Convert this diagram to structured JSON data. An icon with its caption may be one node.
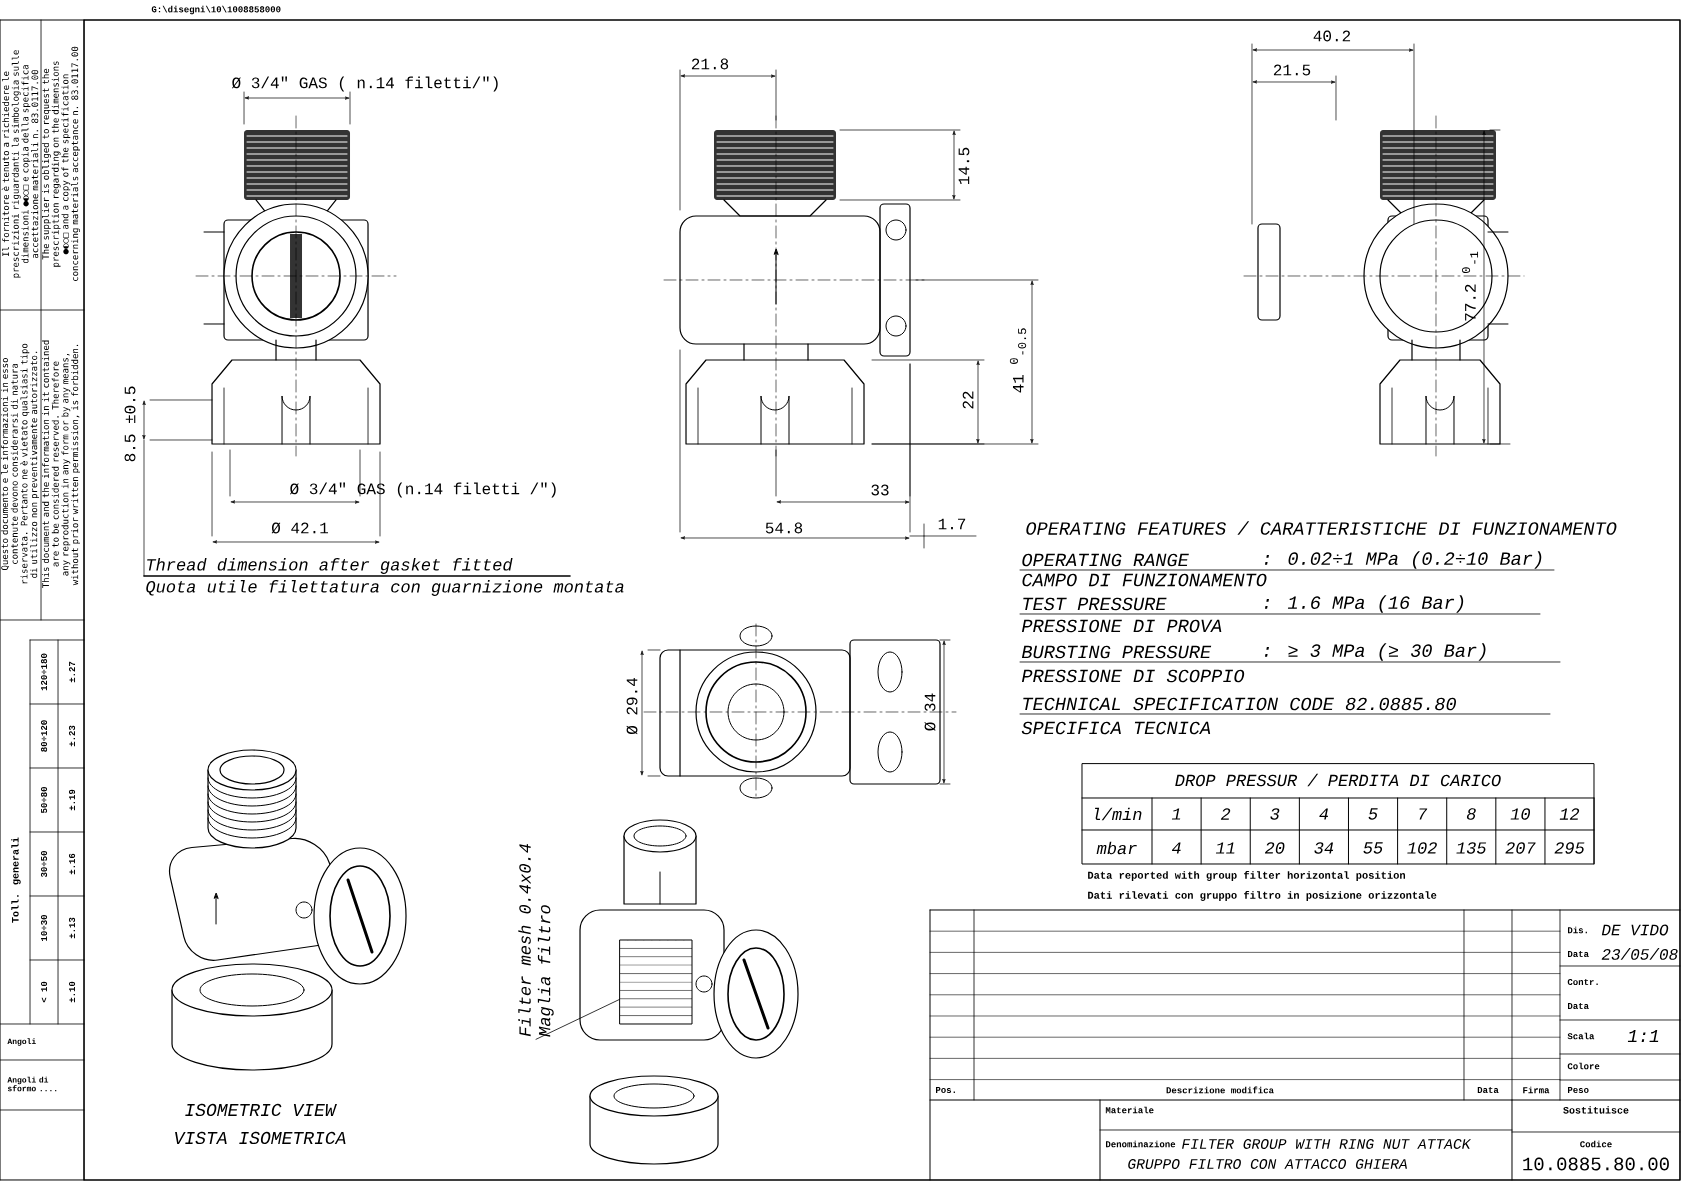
{
  "diagram": {
    "nodes": [
      {
        "text": [
          "Filter mesh 0.4x0.4",
          "Maglia filtro"
        ]
      },
      {
        "text": [],
        "shape": "picture"
      }
    ],
    "edges": [
      {
        "from": 0,
        "to": 1,
        "arrow": "none"
      }
    ],
    "labels": [
      "G:\\disegni\\10\\1008858000",
      "Il fornitore è tenuto a richiedere le prescrizioni riguardanti la simbologia sulle dimensioni ●◐○□ e copia della specifica accettazione materiali n. 83.0117.00",
      "The supplier is obliged to request the prescription regarding on the dimensions ●◐○□ and a copy of the specification concerning materials acceptance n. 83.0117.00",
      "Questo documento e le informazioni in esso contenute devono considerarsi di natura riservata. Pertanto ne è vietato qualsiasi tipo di utilizzo non preventivamente autorizzato.",
      "This document and the information in it contained are to be considered reserved. Therefore any reproduction in any form or by any means, without prior written permission, is forbidden.",
      "Toll. generali",
      "< 10",
      "10÷30",
      "30÷50",
      "50÷80",
      "80÷120",
      "120÷180",
      "±.10",
      "±.13",
      "±.16",
      "±.19",
      "±.23",
      "±.27",
      "Angoli",
      "Angoli di sformo ....",
      "Ø 3/4\" GAS ( n.14 filetti/\")",
      "21.8",
      "40.2",
      "21.5",
      "14.5",
      "77.2 $^{0}$$_{-1}$",
      "41 $^{0}$$_{-0.5}$",
      "22",
      "8.5 ±0.5",
      "Ø 3/4\" GAS (n.14 filetti /\")",
      "33",
      "Ø 42.1",
      "54.8",
      "1.7",
      "Thread dimension after gasket fitted",
      "Quota utile filettatura con guarnizione montata",
      "OPERATING FEATURES / CARATTERISTICHE DI FUNZIONAMENTO",
      "OPERATING RANGE",
      ": 0.02÷1 MPa (0.2÷10 Bar)",
      "CAMPO DI FUNZIONAMENTO",
      "TEST PRESSURE",
      ": 1.6 MPa (16 Bar)",
      "PRESSIONE DI PROVA",
      "BURSTING PRESSURE",
      ": ≥ 3 MPa (≥ 30 Bar)",
      "PRESSIONE DI SCOPPIO",
      "TECHNICAL SPECIFICATION CODE 82.0885.80",
      "SPECIFICA TECNICA",
      "Ø 29.4",
      "Ø 34",
      "DROP PRESSUR / PERDITA DI CARICO",
      "l/min",
      "1",
      "2",
      "3",
      "4",
      "5",
      "7",
      "8",
      "10",
      "12",
      "mbar",
      "4",
      "11",
      "20",
      "34",
      "55",
      "102",
      "135",
      "207",
      "295",
      "Data reported with group filter horizontal position",
      "Dati rilevati con gruppo filtro in posizione orizzontale",
      "ISOMETRIC VIEW",
      "VISTA ISOMETRICA",
      "Dis.",
      "DE VIDO",
      "Data",
      "23/05/08",
      "Contr.",
      "Data",
      "Scala",
      "1:1",
      "Colore",
      "Pos.",
      "Descrizione modifica",
      "Data",
      "Firma",
      "Peso",
      "Materiale",
      "Sostituisce",
      "Denominazione",
      "FILTER GROUP WITH RING NUT ATTACK",
      "GRUPPO FILTRO CON ATTACCO GHIERA",
      "Codice",
      "10.0885.80.00"
    ]
  }
}
